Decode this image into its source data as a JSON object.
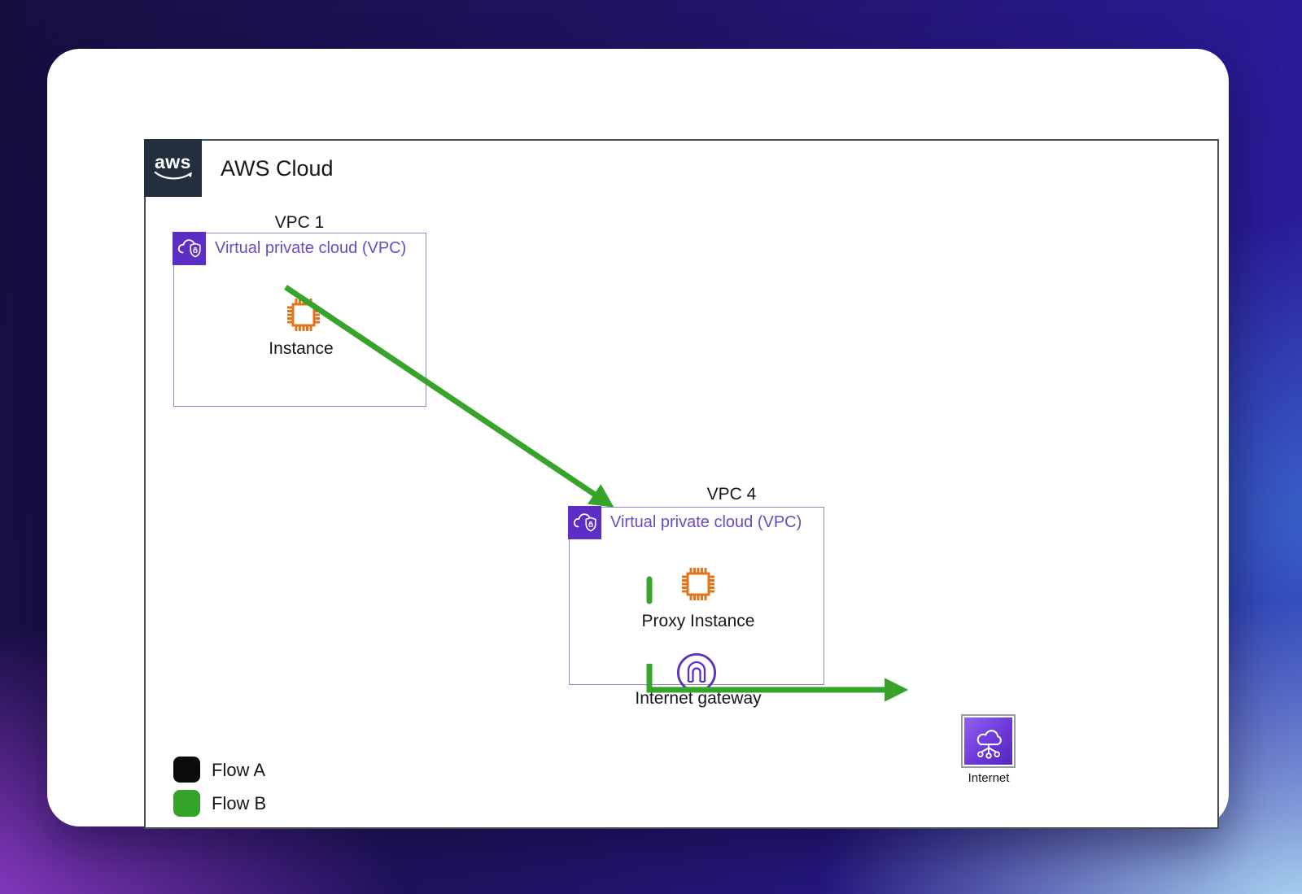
{
  "header": {
    "logo_text": "aws",
    "title": "AWS Cloud"
  },
  "vpcs": [
    {
      "title": "VPC 1",
      "label": "Virtual private cloud (VPC)",
      "node_label": "Instance"
    },
    {
      "title": "VPC 4",
      "label": "Virtual private cloud (VPC)",
      "node_label": "Proxy Instance",
      "gateway_label": "Internet gateway"
    }
  ],
  "internet": {
    "label": "Internet"
  },
  "legend": {
    "items": [
      {
        "label": "Flow A",
        "color": "#0b0b0b"
      },
      {
        "label": "Flow B",
        "color": "#36a42b"
      }
    ]
  },
  "colors": {
    "flow_green": "#36a42b",
    "vpc_purple": "#5c2ec5",
    "vpc_border": "#9288ce",
    "vpc_label_text": "#6c4ac4",
    "instance_orange": "#e2751c",
    "gateway_purple": "#5b2fc4",
    "aws_dark": "#232f3e",
    "internet_gradient_top": "#9061f0",
    "internet_gradient_bottom": "#5527bd"
  }
}
